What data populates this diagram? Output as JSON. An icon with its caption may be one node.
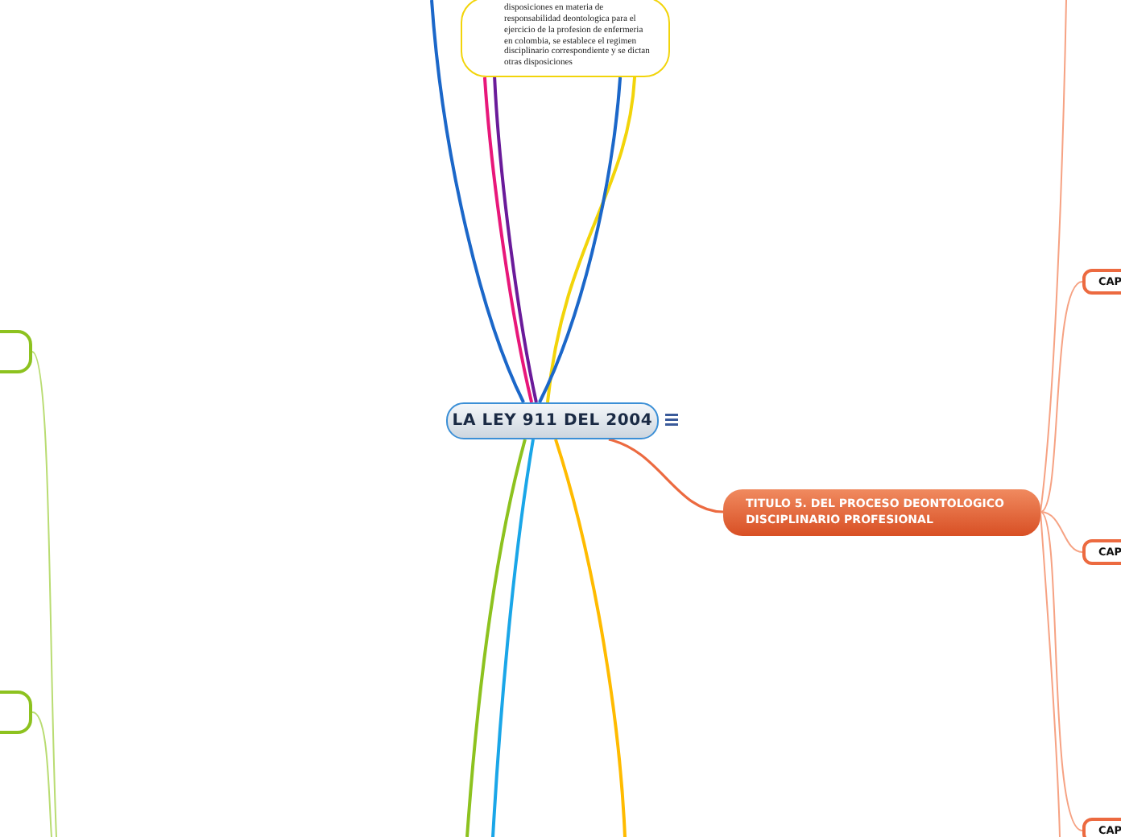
{
  "diagram": {
    "nodes": [
      {
        "text": [
          "LA LEY 911 DEL 2004"
        ]
      },
      {
        "text": [
          "disposiciones en materia de responsabilidad deontologica para el ejercicio de la profesion de enfermeria en colombia, se establece el regimen disciplinario correspondiente y se dictan otras disposiciones"
        ]
      },
      {
        "text": [
          "TITULO 5. DEL PROCESO DEONTOLOGICO DISCIPLINARIO PROFESIONAL"
        ]
      },
      {
        "text": [
          "CAP"
        ]
      },
      {
        "text": [
          "CAP"
        ]
      },
      {
        "text": [
          "CAP"
        ]
      },
      {
        "text": [],
        "shape": "box"
      },
      {
        "text": [],
        "shape": "box"
      }
    ],
    "edges": [
      {
        "from": 0,
        "to": 1,
        "arrow": "none",
        "color": "#f2d40a"
      },
      {
        "from": 0,
        "to": null,
        "arrow": "none",
        "color": "#1b67c9"
      },
      {
        "from": 0,
        "to": 1,
        "arrow": "none",
        "color": "#e8177a"
      },
      {
        "from": 0,
        "to": 1,
        "arrow": "none",
        "color": "#6a1b9a"
      },
      {
        "from": 0,
        "to": 1,
        "arrow": "none",
        "color": "#1b67c9"
      },
      {
        "from": 0,
        "to": 2,
        "arrow": "none",
        "color": "#ec6a40"
      },
      {
        "from": 0,
        "to": null,
        "arrow": "none",
        "color": "#8dc21f"
      },
      {
        "from": 0,
        "to": null,
        "arrow": "none",
        "color": "#1aa6e8"
      },
      {
        "from": 0,
        "to": null,
        "arrow": "none",
        "color": "#ffbb00"
      },
      {
        "from": 2,
        "to": 3,
        "arrow": "none"
      },
      {
        "from": 2,
        "to": 4,
        "arrow": "none"
      },
      {
        "from": 2,
        "to": 5,
        "arrow": "none"
      },
      {
        "from": 2,
        "to": null,
        "arrow": "none"
      },
      {
        "from": 2,
        "to": null,
        "arrow": "none"
      },
      {
        "from": null,
        "to": 6,
        "arrow": "none",
        "color": "#b9dc72"
      },
      {
        "from": null,
        "to": 7,
        "arrow": "none",
        "color": "#b9dc72"
      }
    ]
  }
}
